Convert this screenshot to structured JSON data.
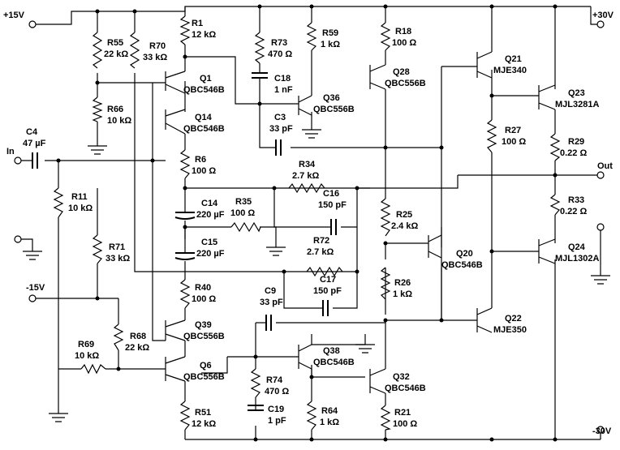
{
  "rails": {
    "pos15": "+15V",
    "neg15": "-15V",
    "pos30": "+30V",
    "neg30": "-30V"
  },
  "ports": {
    "input": "In",
    "output": "Out"
  },
  "resistors": [
    {
      "ref": "R1",
      "value": "12 kΩ"
    },
    {
      "ref": "R55",
      "value": "22 kΩ"
    },
    {
      "ref": "R70",
      "value": "33 kΩ"
    },
    {
      "ref": "R66",
      "value": "10 kΩ"
    },
    {
      "ref": "R73",
      "value": "470 Ω"
    },
    {
      "ref": "R59",
      "value": "1 kΩ"
    },
    {
      "ref": "R18",
      "value": "100 Ω"
    },
    {
      "ref": "R6",
      "value": "100 Ω"
    },
    {
      "ref": "R34",
      "value": "2.7 kΩ"
    },
    {
      "ref": "R11",
      "value": "10 kΩ"
    },
    {
      "ref": "R35",
      "value": "100 Ω"
    },
    {
      "ref": "R71",
      "value": "33 kΩ"
    },
    {
      "ref": "R72",
      "value": "2.7 kΩ"
    },
    {
      "ref": "R25",
      "value": "2.4 kΩ"
    },
    {
      "ref": "R27",
      "value": "100 Ω"
    },
    {
      "ref": "R29",
      "value": "0.22 Ω"
    },
    {
      "ref": "R33",
      "value": "0.22 Ω"
    },
    {
      "ref": "R26",
      "value": "1 kΩ"
    },
    {
      "ref": "R40",
      "value": "100 Ω"
    },
    {
      "ref": "R69",
      "value": "10 kΩ"
    },
    {
      "ref": "R68",
      "value": "22 kΩ"
    },
    {
      "ref": "R74",
      "value": "470 Ω"
    },
    {
      "ref": "R51",
      "value": "12 kΩ"
    },
    {
      "ref": "R64",
      "value": "1 kΩ"
    },
    {
      "ref": "R21",
      "value": "100 Ω"
    }
  ],
  "capacitors": [
    {
      "ref": "C4",
      "value": "47 µF"
    },
    {
      "ref": "C18",
      "value": "1 nF"
    },
    {
      "ref": "C3",
      "value": "33 pF"
    },
    {
      "ref": "C14",
      "value": "220 µF"
    },
    {
      "ref": "C16",
      "value": "150 pF"
    },
    {
      "ref": "C15",
      "value": "220 µF"
    },
    {
      "ref": "C17",
      "value": "150 pF"
    },
    {
      "ref": "C9",
      "value": "33 pF"
    },
    {
      "ref": "C19",
      "value": "1 pF"
    }
  ],
  "transistors": [
    {
      "ref": "Q1",
      "part": "QBC546B"
    },
    {
      "ref": "Q14",
      "part": "QBC546B"
    },
    {
      "ref": "Q36",
      "part": "QBC556B"
    },
    {
      "ref": "Q28",
      "part": "QBC556B"
    },
    {
      "ref": "Q21",
      "part": "MJE340"
    },
    {
      "ref": "Q23",
      "part": "MJL3281A"
    },
    {
      "ref": "Q20",
      "part": "QBC546B"
    },
    {
      "ref": "Q24",
      "part": "MJL1302A"
    },
    {
      "ref": "Q22",
      "part": "MJE350"
    },
    {
      "ref": "Q39",
      "part": "QBC556B"
    },
    {
      "ref": "Q6",
      "part": "QBC556B"
    },
    {
      "ref": "Q38",
      "part": "QBC546B"
    },
    {
      "ref": "Q32",
      "part": "QBC546B"
    }
  ]
}
